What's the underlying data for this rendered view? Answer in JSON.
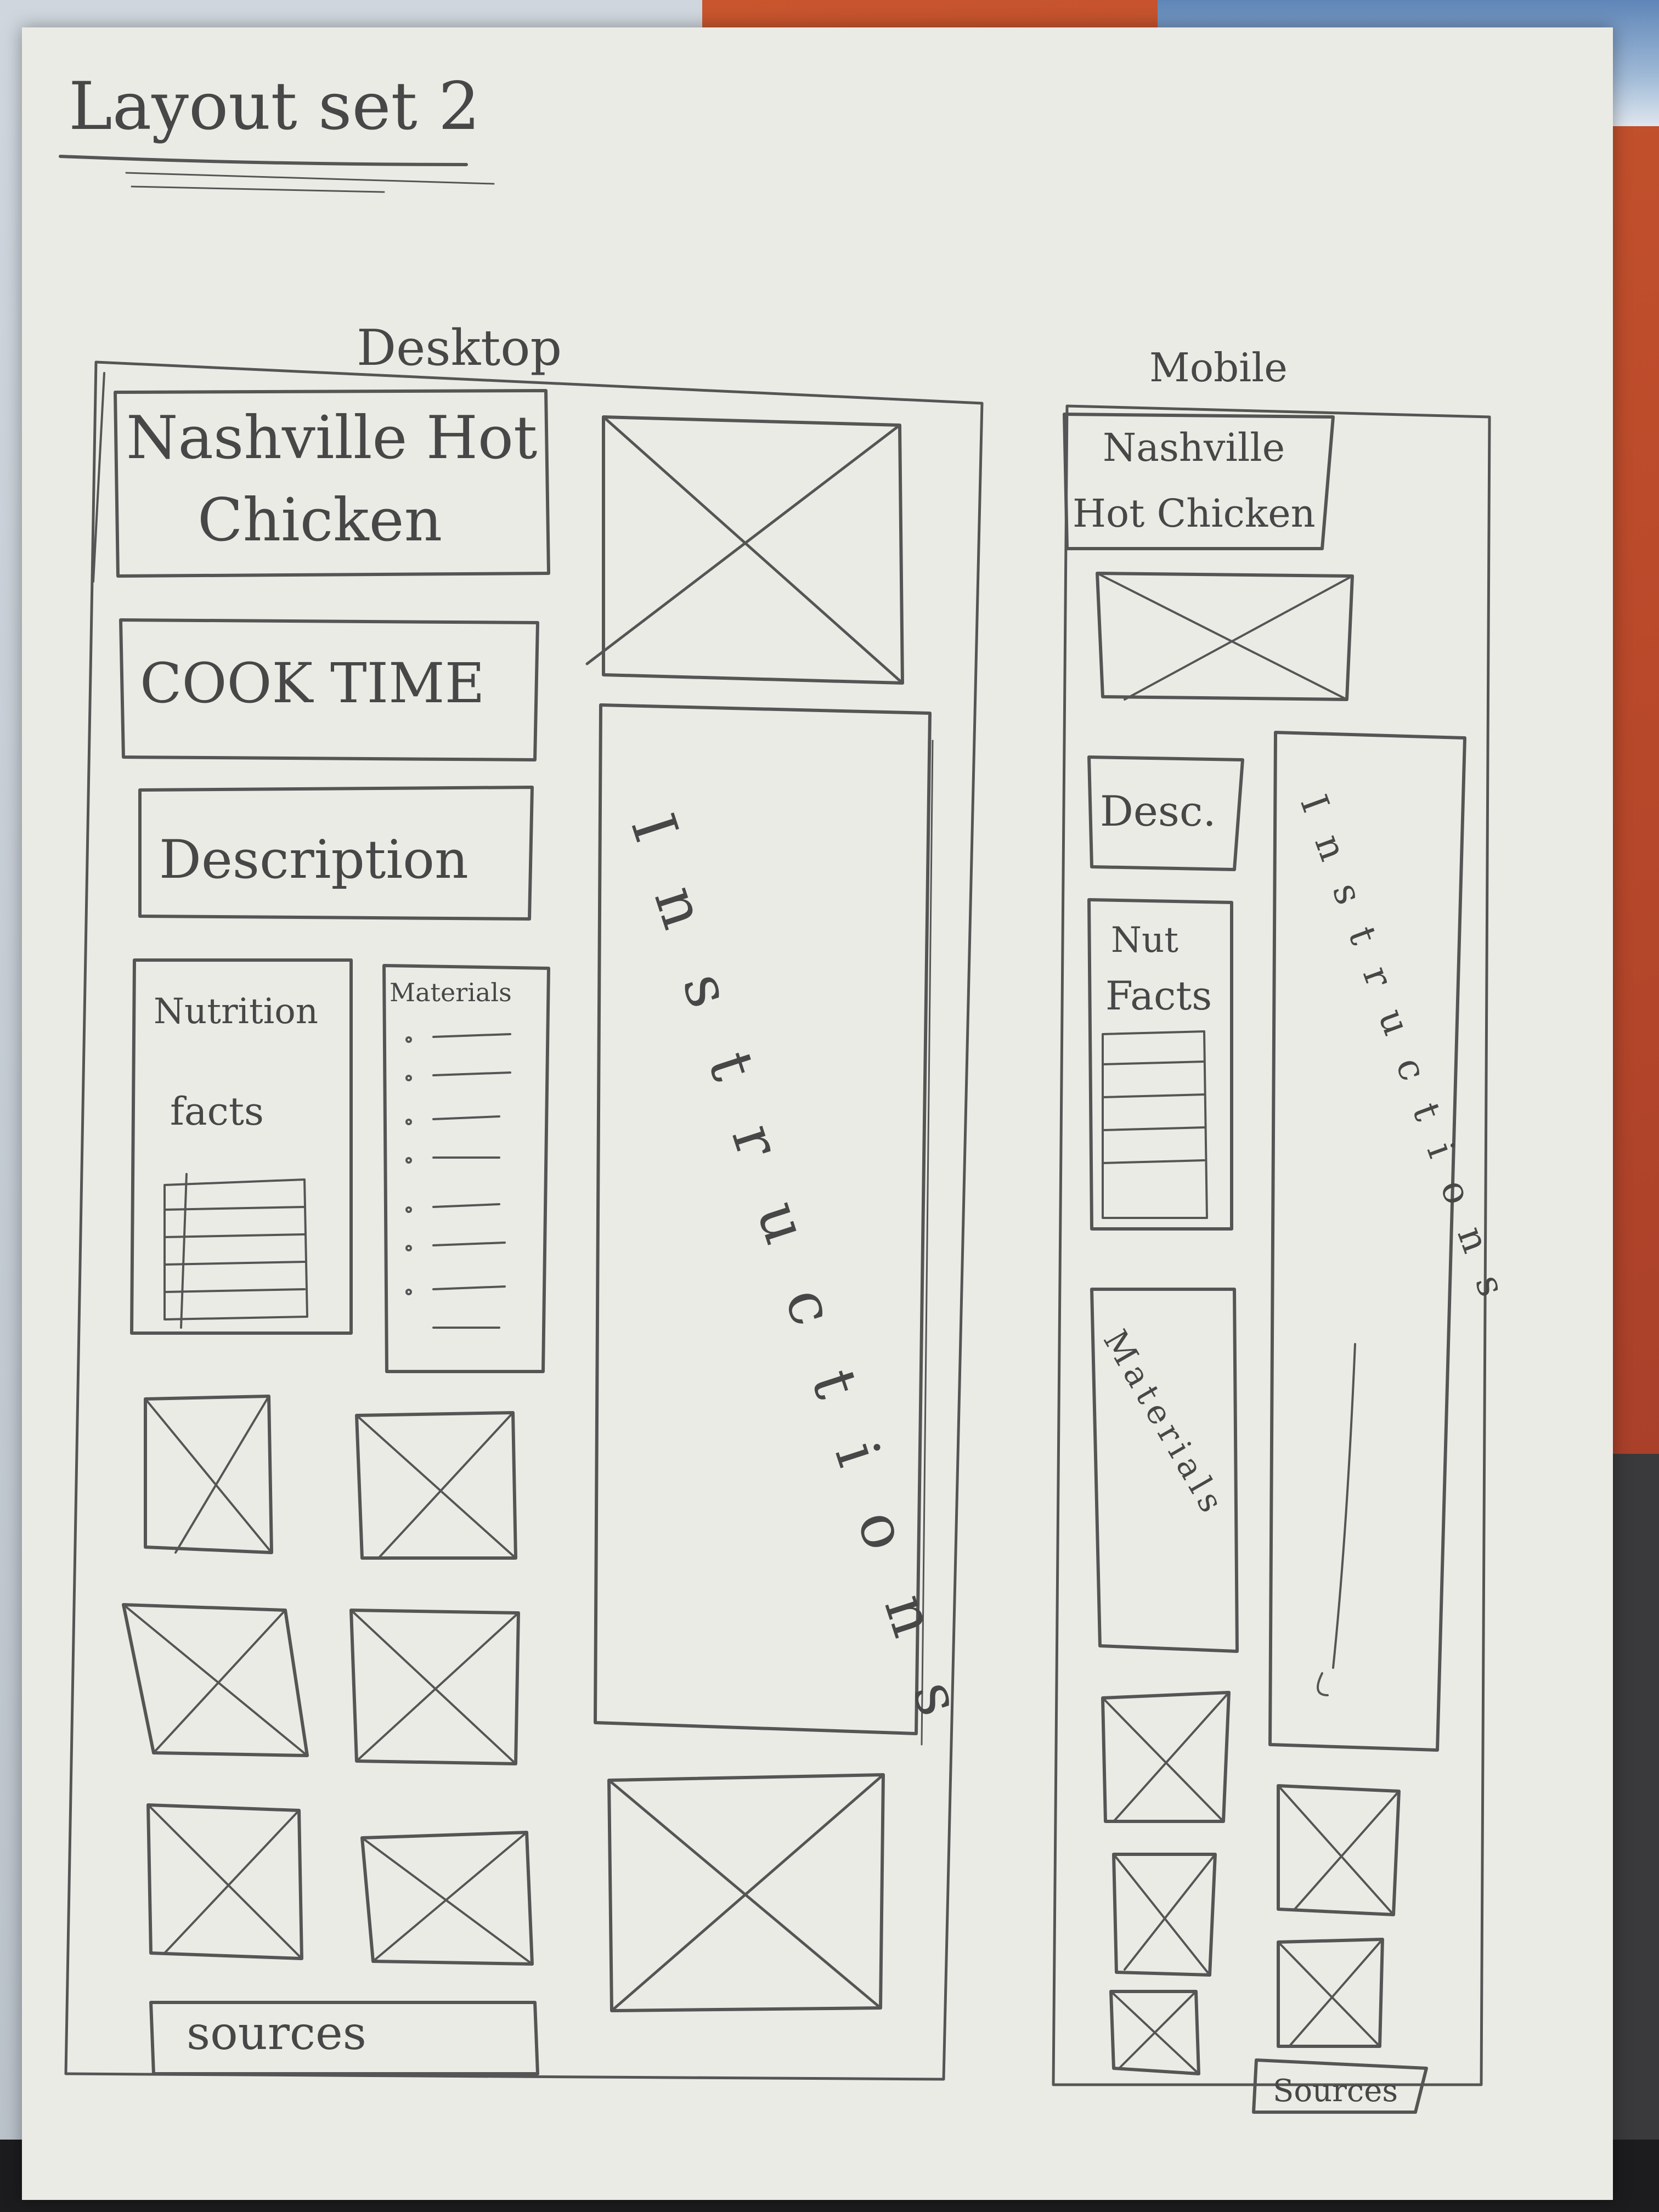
{
  "sheet": {
    "title": "Layout set 2"
  },
  "desktop": {
    "label": "Desktop",
    "title_box": {
      "line1": "Nashville Hot",
      "line2": "Chicken"
    },
    "cook_time": "COOK TIME",
    "description": "Description",
    "nutrition": {
      "line1": "Nutrition",
      "line2": "facts"
    },
    "materials": "Materials",
    "instructions": "Instructions",
    "sources": "sources"
  },
  "mobile": {
    "label": "Mobile",
    "title_box": {
      "line1": "Nashville",
      "line2": "Hot Chicken"
    },
    "description": "Desc.",
    "nutrition": {
      "line1": "Nut",
      "line2": "Facts"
    },
    "materials": "Materials",
    "instructions": "Instructions",
    "sources": "Sources"
  },
  "colors": {
    "ink": "#4f4f4f",
    "paper": "#ebebe6"
  }
}
